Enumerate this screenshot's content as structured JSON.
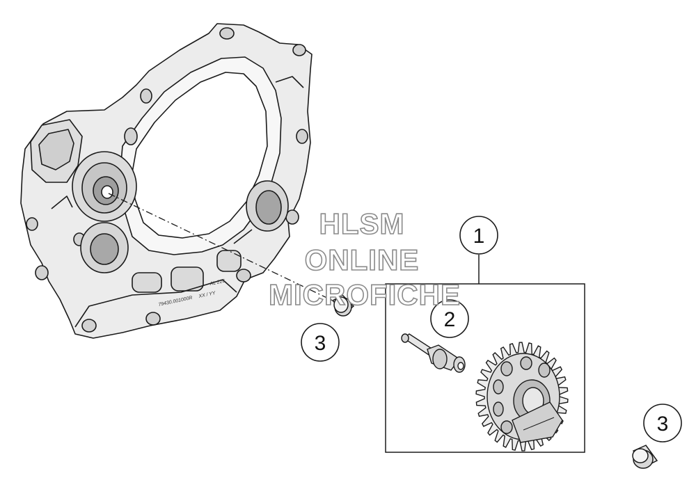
{
  "watermark": {
    "line1": "HLSM",
    "line2": "ONLINE",
    "line3": "MICROFICHE"
  },
  "callouts": [
    {
      "id": "callout-1",
      "label": "1"
    },
    {
      "id": "callout-2",
      "label": "2"
    },
    {
      "id": "callout-3a",
      "label": "3"
    },
    {
      "id": "callout-3b",
      "label": "3"
    }
  ],
  "casting_marks": {
    "part_no": "79430.001000R",
    "date": "XX / YY",
    "alloy": "AL 226"
  },
  "colors": {
    "line": "#1a1a1a",
    "fill": "#e9e9e9",
    "shade": "#b9b9b9",
    "watermark_stroke": "#8a8a8a"
  }
}
